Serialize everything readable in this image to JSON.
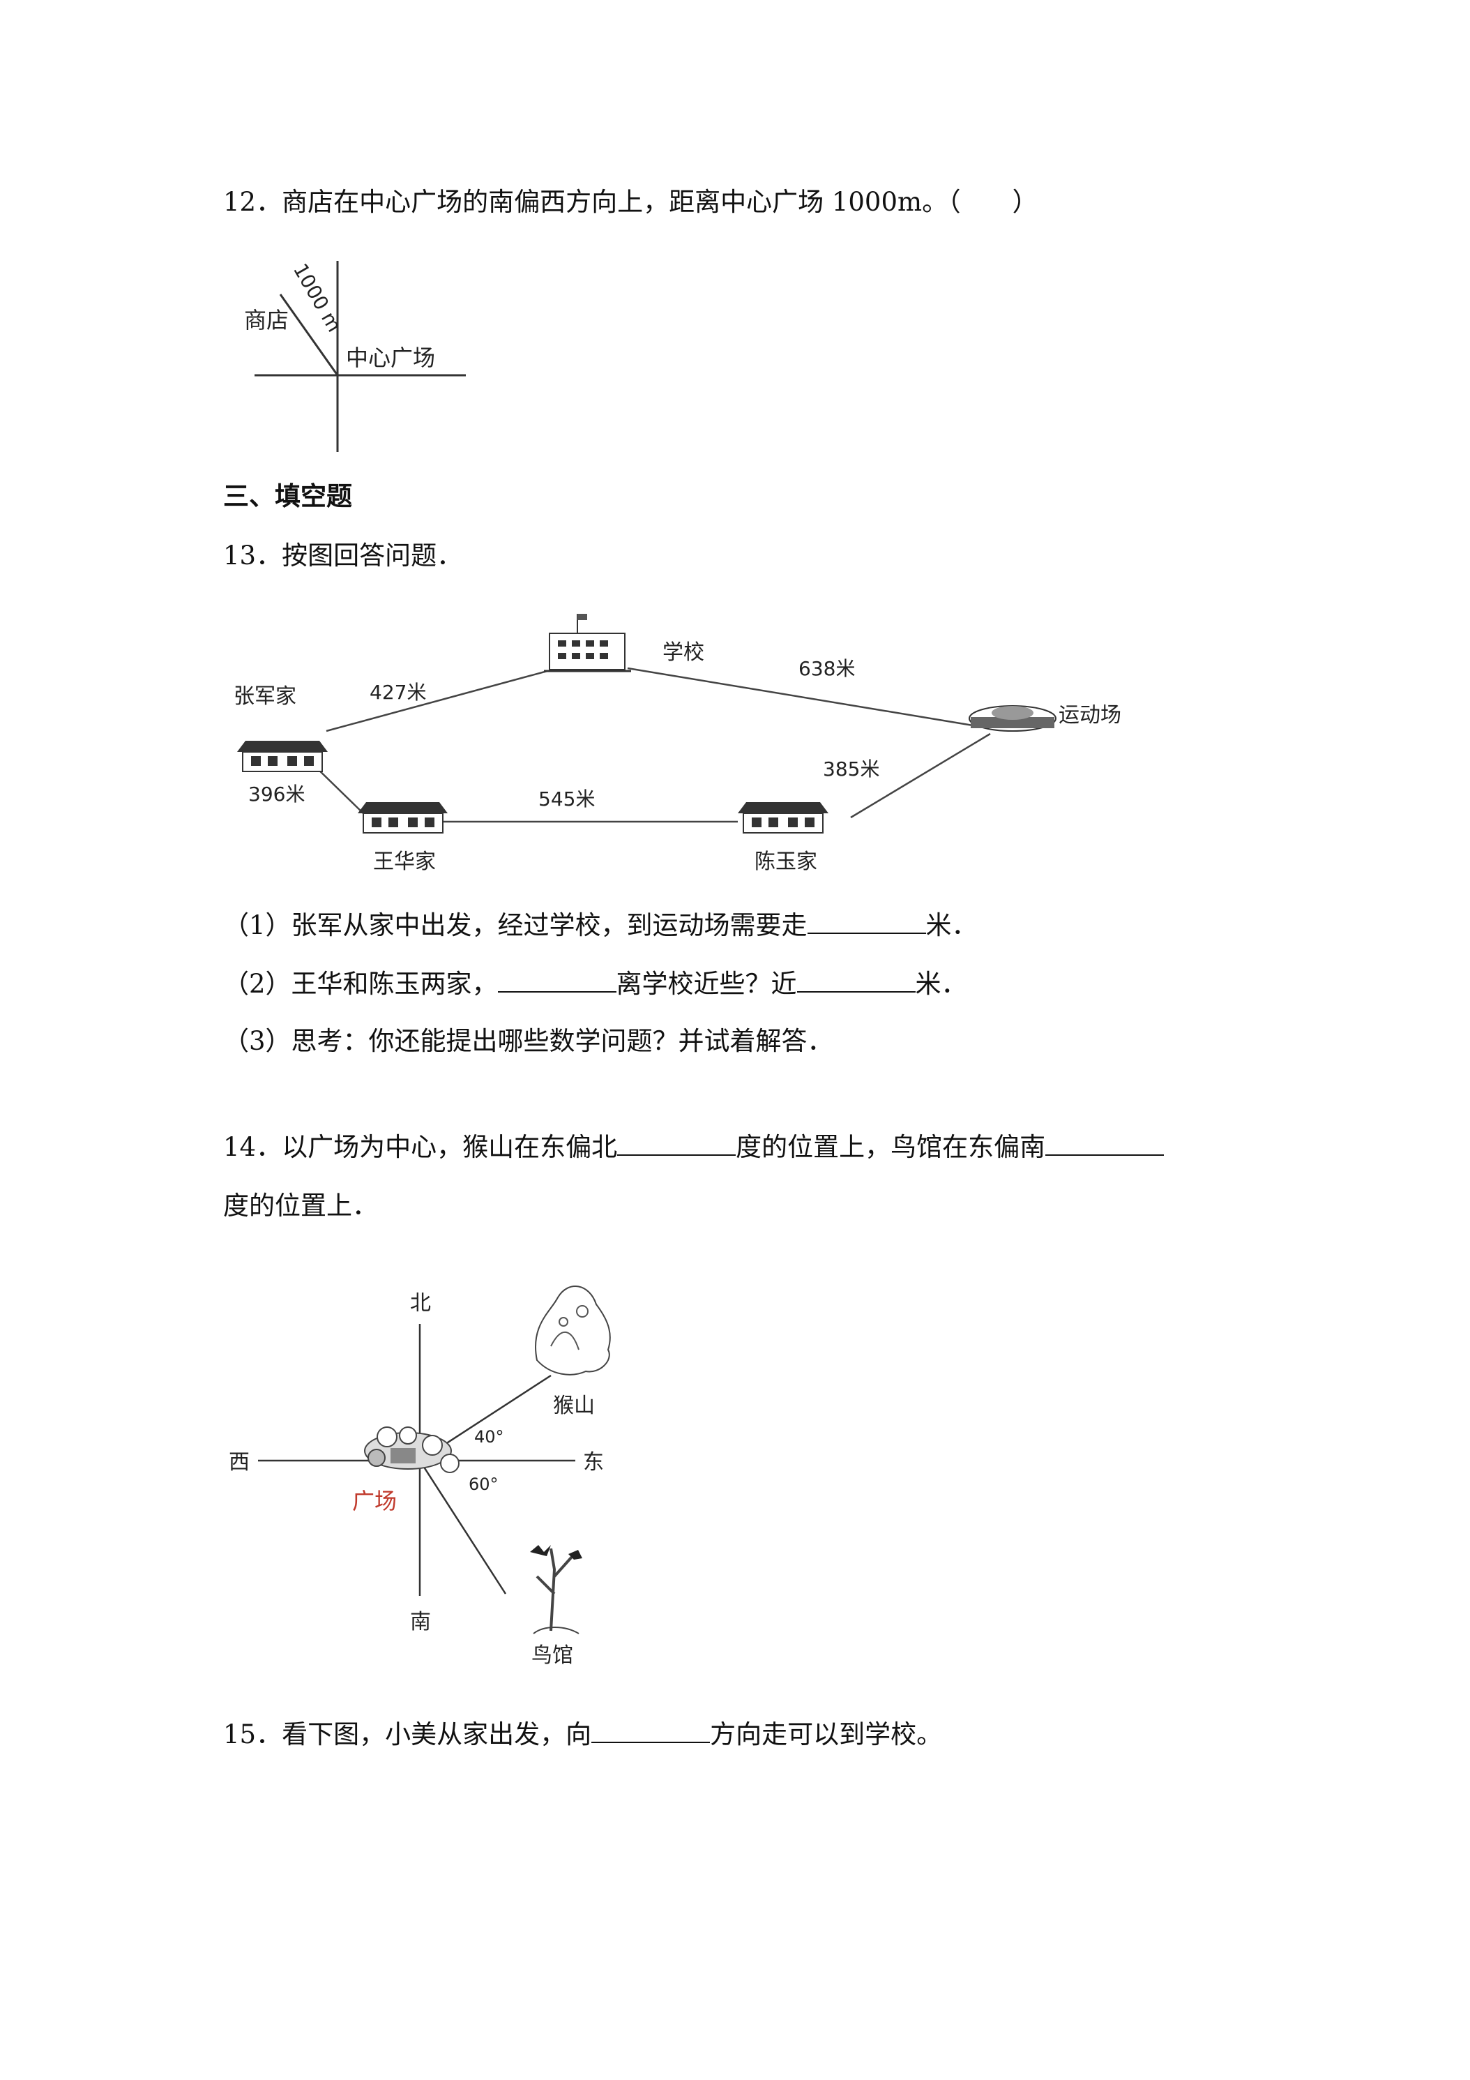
{
  "q12": {
    "text": "12．商店在中心广场的南偏西方向上，距离中心广场 1000m。（　　）",
    "diagram": {
      "shop": "商店",
      "distance": "1000 m",
      "center": "中心广场"
    }
  },
  "section3": {
    "title": "三、填空题"
  },
  "q13": {
    "text": "13．按图回答问题．",
    "map": {
      "school": "学校",
      "zhangjun_home": "张军家",
      "stadium": "运动场",
      "wanghua_home": "王华家",
      "chenyu_home": "陈玉家",
      "d_zhang_school": "427米",
      "d_school_stadium": "638米",
      "d_zhang_wang": "396米",
      "d_wang_chen": "545米",
      "d_chen_stadium": "385米"
    },
    "sub1_pre": "（1）张军从家中出发，经过学校，到运动场需要走",
    "sub1_post": "米．",
    "sub2_pre": "（2）王华和陈玉两家，",
    "sub2_mid": "离学校近些？近",
    "sub2_post": "米．",
    "sub3": "（3）思考：你还能提出哪些数学问题？并试着解答．"
  },
  "q14": {
    "line1_pre": "14．以广场为中心，猴山在东偏北",
    "line1_mid": "度的位置上，鸟馆在东偏南",
    "line2": "度的位置上．",
    "diagram": {
      "north": "北",
      "south": "南",
      "west": "西",
      "east": "东",
      "square": "广场",
      "monkey_hill": "猴山",
      "aviary": "鸟馆",
      "angle_ne": "40°",
      "angle_se": "60°"
    },
    "square_color": "#c0392b"
  },
  "q15": {
    "text_pre": "15．看下图，小美从家出发，向",
    "text_post": "方向走可以到学校。"
  }
}
